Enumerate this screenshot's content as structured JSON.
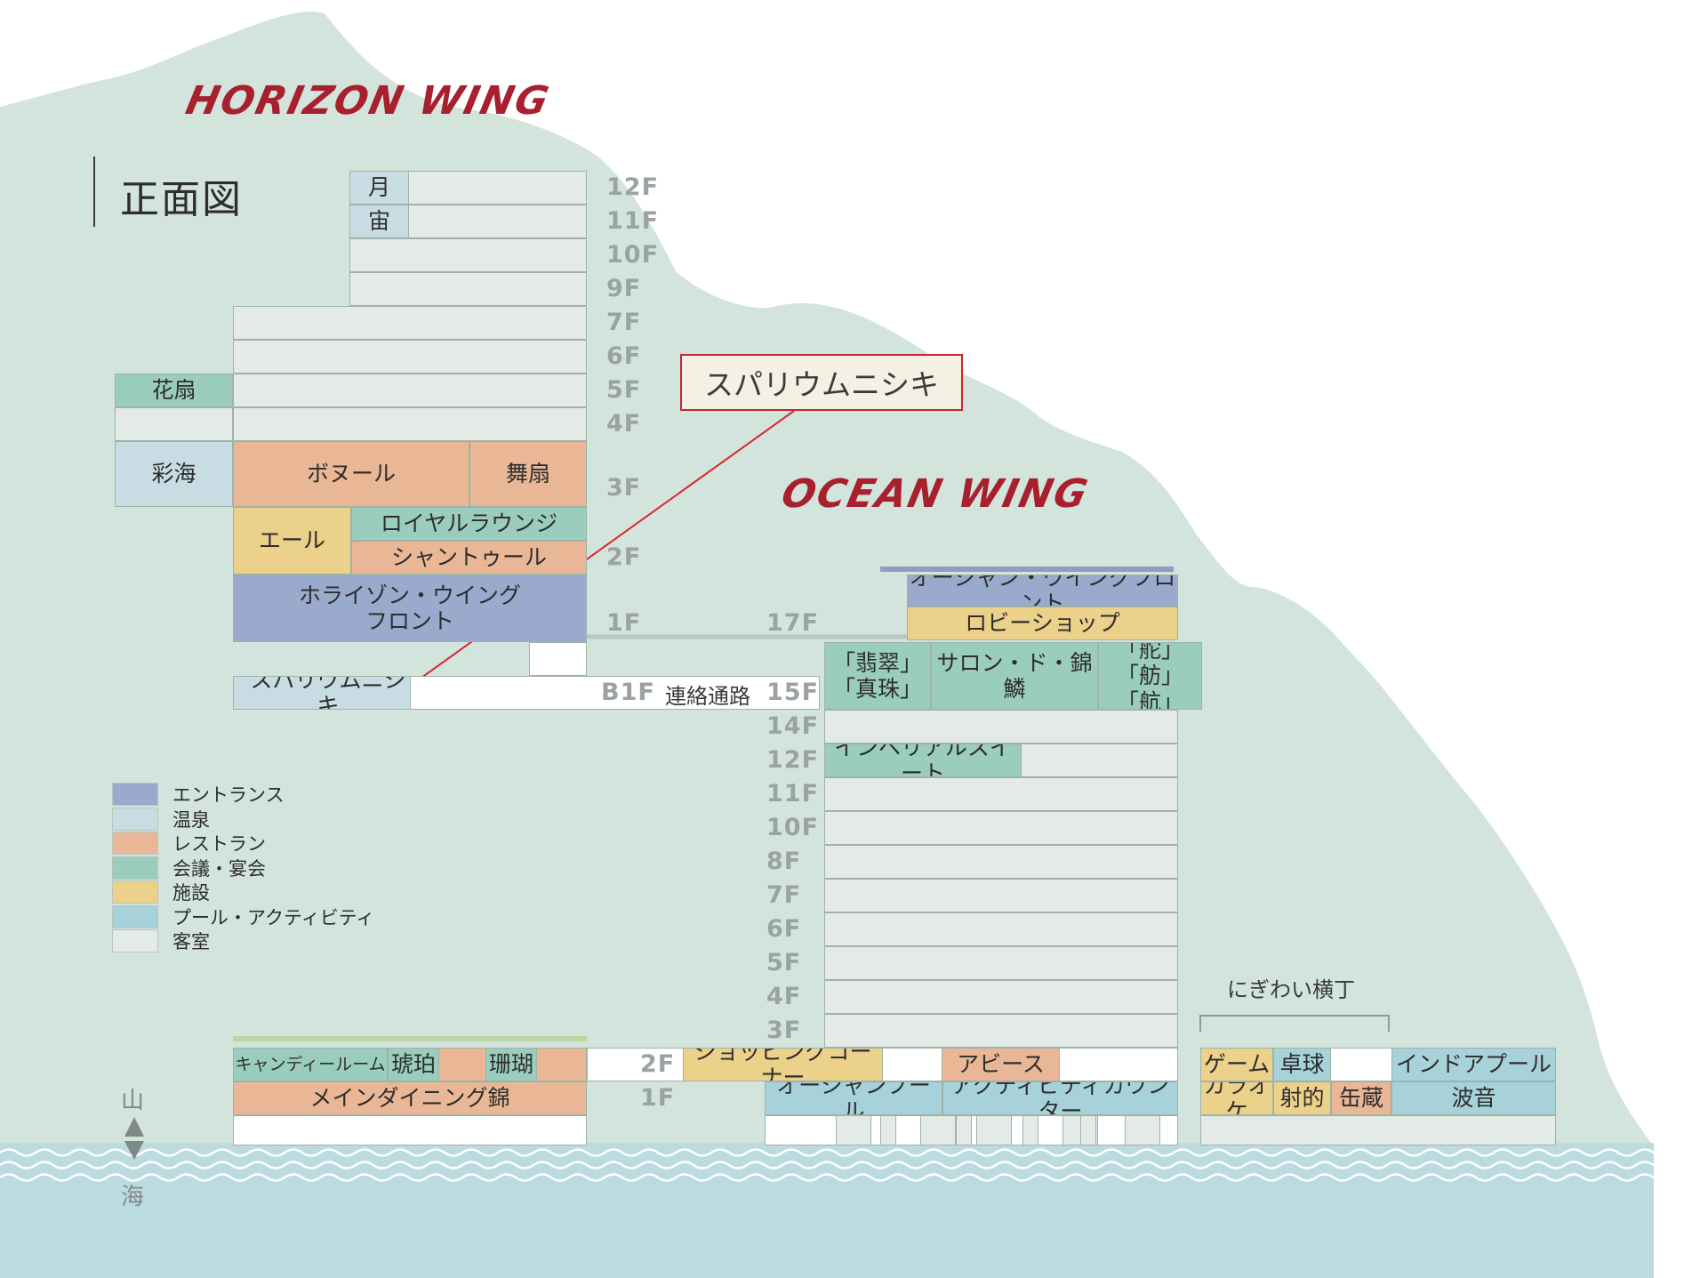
{
  "title": "正面図",
  "wings": {
    "horizon": "HORIZON WING",
    "ocean": "OCEAN WING"
  },
  "colors": {
    "entrance": "#99aacd",
    "onsen": "#c7dde3",
    "restaurant": "#e9b795",
    "meeting": "#9acdbd",
    "facility": "#ebd18a",
    "pool": "#a7d2da",
    "room": "#e4ebe6",
    "mountain": "#d2e4db",
    "sea": "#bcdbe1",
    "accent": "#a81f2e"
  },
  "legend": [
    {
      "key": "entrance",
      "label": "エントランス"
    },
    {
      "key": "onsen",
      "label": "温泉"
    },
    {
      "key": "restaurant",
      "label": "レストラン"
    },
    {
      "key": "meeting",
      "label": "会議・宴会"
    },
    {
      "key": "facility",
      "label": "施設"
    },
    {
      "key": "pool",
      "label": "プール・アクティビティ"
    },
    {
      "key": "room",
      "label": "客室"
    }
  ],
  "horizon_floors": [
    "12F",
    "11F",
    "10F",
    "9F",
    "7F",
    "6F",
    "5F",
    "4F",
    "3F",
    "2F",
    "1F",
    "B1F"
  ],
  "ocean_floors": [
    "17F",
    "15F",
    "14F",
    "12F",
    "11F",
    "10F",
    "8F",
    "7F",
    "6F",
    "5F",
    "4F",
    "3F"
  ],
  "lower_floors": [
    "2F",
    "1F"
  ],
  "connector_label": "連絡通路",
  "callout": "スパリウムニシキ",
  "nigiwai_label": "にぎわい横丁",
  "compass": {
    "mountain": "山",
    "sea": "海"
  },
  "horizon_rooms": {
    "tsuki": "月",
    "sora": "宙",
    "kasen": "花扇",
    "saikai": "彩海",
    "bonheur": "ボヌール",
    "maiougi": "舞扇",
    "ale": "エール",
    "royal_lounge": "ロイヤルラウンジ",
    "chantour": "シャントゥール",
    "horizon_front": "ホライゾン・ウイング\nフロント",
    "spa": "スパリウムニシキ"
  },
  "ocean_rooms": {
    "ocean_front": "オーシャン・ウイングフロント",
    "lobby_shop": "ロビーショップ",
    "hisui_shinju": "「翡翠」\n「真珠」",
    "salon": "サロン・ド・錦鱗",
    "kaji": "「舵」「舫」\n「航」",
    "imperial": "インペリアルスイート"
  },
  "lower_rooms": {
    "candy": "キャンディールーム",
    "kohaku": "琥珀",
    "sango": "珊瑚",
    "main_dining": "メインダイニング錦",
    "shopping": "ショッピングコーナー",
    "abyss": "アビース",
    "ocean_pool": "オーシャンプール",
    "activity": "アクティビティカウンター"
  },
  "nigiwai_rooms": {
    "game": "ゲーム",
    "takkyu": "卓球",
    "indoor_pool": "インドアプール",
    "karaoke": "カラオケ",
    "shateki": "射的",
    "kanzo": "缶蔵",
    "hane": "波音"
  }
}
